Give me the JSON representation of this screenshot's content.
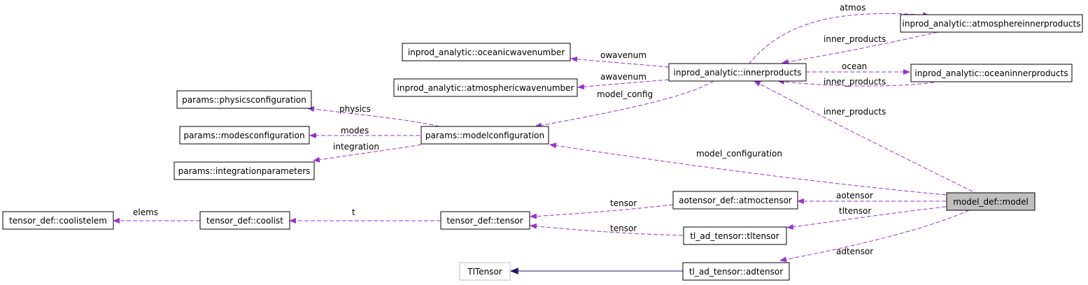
{
  "colors": {
    "usage_edge": "#9a32cd",
    "inheritance_edge": "#191970",
    "active_node_fill": "#bfbfbf",
    "external_node_border": "#bfbfbf"
  },
  "nodes": {
    "model": "model_def::model",
    "innerproducts": "inprod_analytic::innerproducts",
    "atmosphereinnerproducts": "inprod_analytic::atmosphereinnerproducts",
    "oceaninnerproducts": "inprod_analytic::oceaninnerproducts",
    "oceanicwavenumber": "inprod_analytic::oceanicwavenumber",
    "atmosphericwavenumber": "inprod_analytic::atmosphericwavenumber",
    "modelconfiguration": "params::modelconfiguration",
    "physicsconfiguration": "params::physicsconfiguration",
    "modesconfiguration": "params::modesconfiguration",
    "integrationparameters": "params::integrationparameters",
    "atmoctensor": "aotensor_def::atmoctensor",
    "tensor": "tensor_def::tensor",
    "coolist": "tensor_def::coolist",
    "coolistelem": "tensor_def::coolistelem",
    "tltensor": "tl_ad_tensor::tltensor",
    "adtensor": "tl_ad_tensor::adtensor",
    "TlTensor": "TlTensor"
  },
  "edges": {
    "atmos": "atmos",
    "inner_products_atm": "inner_products",
    "ocean": "ocean",
    "inner_products_ocn": "inner_products",
    "owavenum": "owavenum",
    "awavenum": "awavenum",
    "model_config": "model_config",
    "physics": "physics",
    "modes": "modes",
    "integration": "integration",
    "inner_products_model": "inner_products",
    "model_configuration": "model_configuration",
    "aotensor": "aotensor",
    "tltensor": "tltensor",
    "adtensor": "adtensor",
    "tensor_ao": "tensor",
    "tensor_tl": "tensor",
    "t": "t",
    "elems": "elems"
  }
}
